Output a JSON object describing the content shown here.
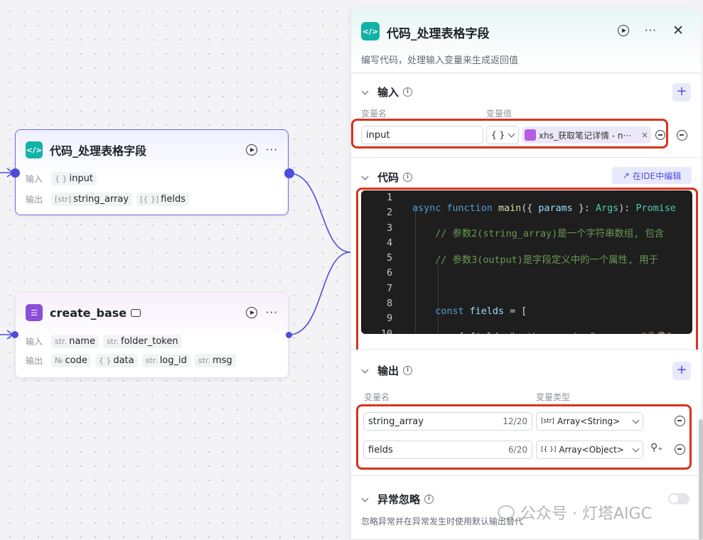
{
  "canvas": {
    "node_code": {
      "title": "代码_处理表格字段",
      "input_label": "输入",
      "output_label": "输出",
      "inputs": [
        {
          "type_glyph": "{ }",
          "name": "input"
        }
      ],
      "outputs": [
        {
          "type_glyph": "[str]",
          "name": "string_array"
        },
        {
          "type_glyph": "[{ }]",
          "name": "fields"
        }
      ]
    },
    "node_base": {
      "title": "create_base",
      "input_label": "输入",
      "output_label": "输出",
      "inputs": [
        {
          "type_glyph": "str.",
          "name": "name"
        },
        {
          "type_glyph": "str.",
          "name": "folder_token"
        }
      ],
      "outputs": [
        {
          "type_glyph": "№",
          "name": "code"
        },
        {
          "type_glyph": "{ }",
          "name": "data"
        },
        {
          "type_glyph": "str.",
          "name": "log_id"
        },
        {
          "type_glyph": "str.",
          "name": "msg"
        }
      ]
    }
  },
  "panel": {
    "title": "代码_处理表格字段",
    "description": "编写代码，处理输入变量来生成返回值",
    "input_section": {
      "title": "输入",
      "col_name": "变量名",
      "col_value": "变量值",
      "name_value": "input",
      "type_glyph": "{ }",
      "ref_text": "xhs_获取笔记详情 - n···",
      "ref_close": "×"
    },
    "code_section": {
      "title": "代码",
      "ide_button": "在IDE中编辑",
      "line_numbers": [
        "1",
        "2",
        "3",
        "4",
        "5",
        "6",
        "7",
        "8",
        "9",
        "10"
      ]
    },
    "output_section": {
      "title": "输出",
      "col_name": "变量名",
      "col_type": "变量类型",
      "rows": [
        {
          "name": "string_array",
          "count": "12/20",
          "type_glyph": "[str]",
          "type": "Array<String>"
        },
        {
          "name": "fields",
          "count": "6/20",
          "type_glyph": "[{ }]",
          "type": "Array<Object>"
        }
      ]
    },
    "exception_section": {
      "title": "异常忽略",
      "description": "忽略异常并在异常发生时使用默认输出替代",
      "enabled": false
    }
  },
  "watermark": "公众号 · 灯塔AIGC",
  "colors": {
    "accent": "#4e4cdc",
    "highlight_box": "#d8341c",
    "code_icon": "#12b2a6",
    "base_icon": "#8a4fd6"
  }
}
